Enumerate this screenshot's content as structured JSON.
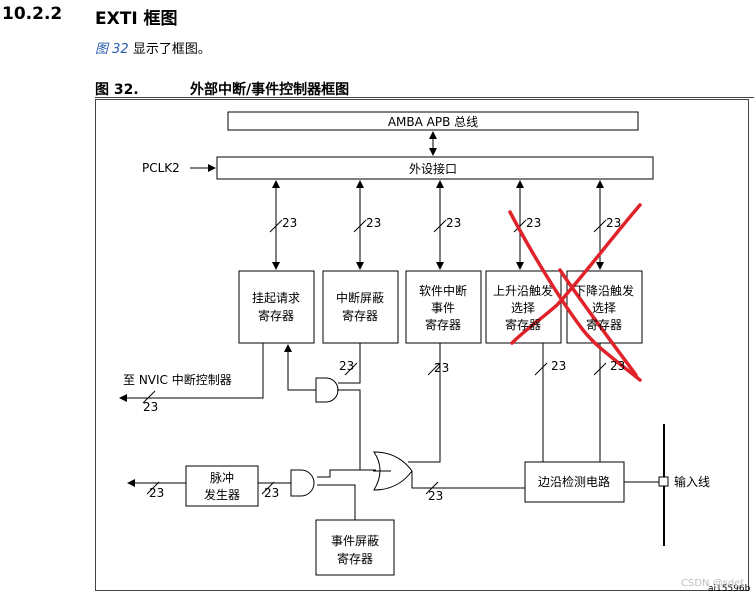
{
  "section": {
    "number": "10.2.2",
    "title": "EXTI 框图"
  },
  "intro": {
    "ref": "图 32",
    "text": " 显示了框图。"
  },
  "figure": {
    "number": "图 32.",
    "title": "外部中断/事件控制器框图"
  },
  "blocks": {
    "apb_bus": "AMBA APB 总线",
    "pclk": "PCLK2",
    "periph_if": "外设接口",
    "pending_reg": [
      "挂起请求",
      "寄存器"
    ],
    "int_mask_reg": [
      "中断屏蔽",
      "寄存器"
    ],
    "swi_reg": [
      "软件中断",
      "事件",
      "寄存器"
    ],
    "rising_reg": [
      "上升沿触发",
      "选择",
      "寄存器"
    ],
    "falling_reg": [
      "下降沿触发",
      "选择",
      "寄存器"
    ],
    "pulse_gen": [
      "脉冲",
      "发生器"
    ],
    "event_mask_reg": [
      "事件屏蔽",
      "寄存器"
    ],
    "edge_detect": "边沿检测电路",
    "input_line": "输入线",
    "nvic": "至 NVIC 中断控制器"
  },
  "bus_width": "23",
  "code": "ai15596b",
  "watermark": "CSDN @sdet",
  "colors": {
    "cross": "#e0232b",
    "link": "#2a5db0"
  }
}
